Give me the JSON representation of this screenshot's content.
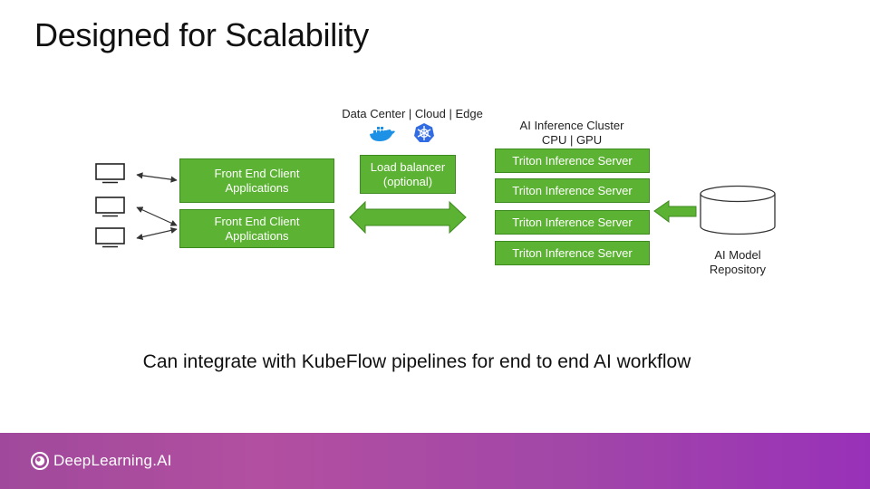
{
  "slide": {
    "title": "Designed for Scalability",
    "caption": "Can integrate with KubeFlow pipelines for end to end AI workflow"
  },
  "diagram": {
    "environment_label": "Data Center | Cloud | Edge",
    "environment_icons": [
      "docker-icon",
      "kubernetes-icon"
    ],
    "client_icons": [
      "monitor-icon",
      "monitor-icon",
      "monitor-icon"
    ],
    "front_end": [
      {
        "line1": "Front End Client",
        "line2": "Applications"
      },
      {
        "line1": "Front End Client",
        "line2": "Applications"
      }
    ],
    "load_balancer": {
      "line1": "Load balancer",
      "line2": "(optional)"
    },
    "cluster": {
      "line1": "AI Inference Cluster",
      "line2": "CPU | GPU",
      "servers": [
        "Triton Inference Server",
        "Triton Inference Server",
        "Triton Inference Server",
        "Triton Inference Server"
      ]
    },
    "repository": {
      "line1": "AI Model",
      "line2": "Repository"
    },
    "colors": {
      "box": "#5cb233",
      "box_border": "#3d8a1f",
      "arrow": "#5cb233",
      "docker": "#1d91e6",
      "kubernetes": "#326ce5"
    }
  },
  "brand": {
    "logo_text": "DeepLearning.AI"
  }
}
